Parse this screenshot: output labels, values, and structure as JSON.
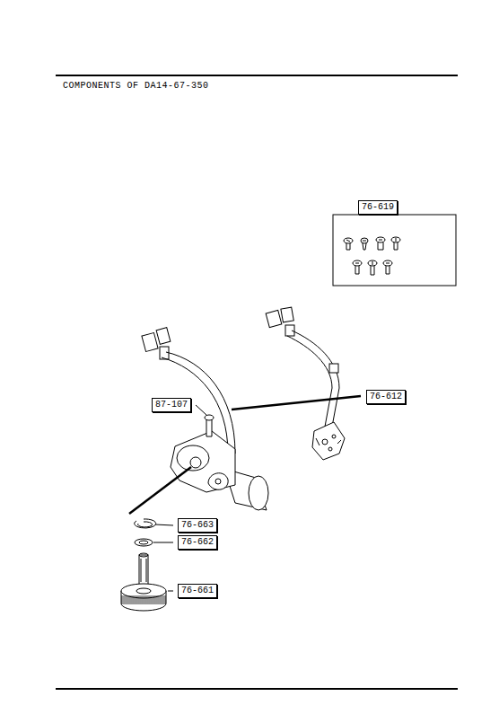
{
  "diagram": {
    "title": "COMPONENTS OF DA14-67-350",
    "nodes": [
      {
        "text": [
          "76-619"
        ]
      },
      {
        "text": [
          "76-612"
        ]
      },
      {
        "text": [
          "87-107"
        ]
      },
      {
        "text": [
          "76-663"
        ]
      },
      {
        "text": [
          "76-662"
        ]
      },
      {
        "text": [
          "76-661"
        ]
      }
    ]
  }
}
